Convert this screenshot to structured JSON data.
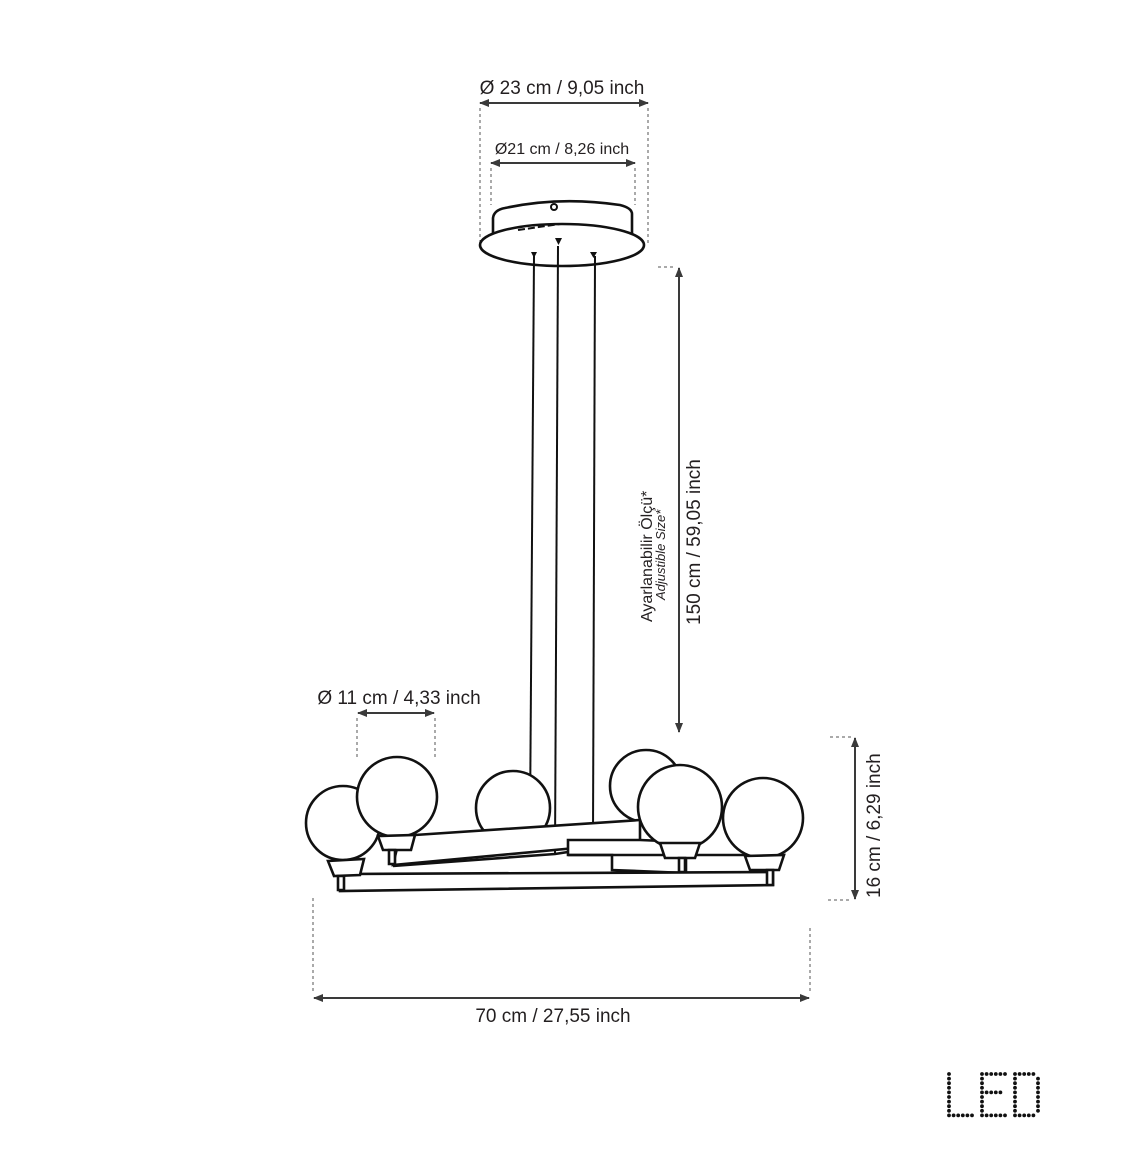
{
  "dimensions": {
    "canopy_outer": "Ø 23 cm / 9,05 inch",
    "canopy_inner": "Ø21 cm / 8,26 inch",
    "cable_length": "150 cm / 59,05 inch",
    "adjustable_tr": "Ayarlanabilir Ölçü*",
    "adjustable_en": "Adjustible Size*",
    "globe_diameter": "Ø 11 cm / 4,33 inch",
    "body_height": "16 cm / 6,29 inch",
    "total_width": "70 cm / 27,55 inch"
  },
  "logo": {
    "text": "LED"
  }
}
